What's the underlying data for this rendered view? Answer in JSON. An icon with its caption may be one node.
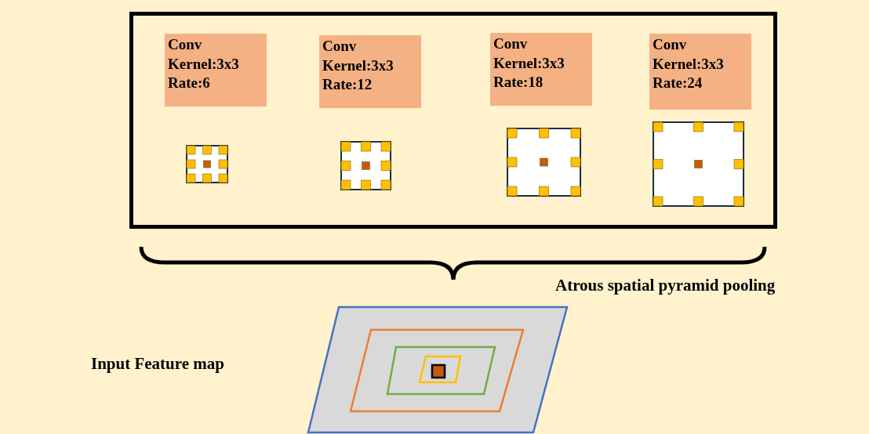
{
  "diagram": {
    "nodes": [
      {
        "text": [],
        "shape": "box"
      },
      {
        "text": [
          "Conv Kernel:3x3 Rate:6"
        ],
        "in": 0
      },
      {
        "text": [
          "Conv Kernel:3x3 Rate:12"
        ],
        "in": 0
      },
      {
        "text": [
          "Conv Kernel:3x3 Rate:18"
        ],
        "in": 0
      },
      {
        "text": [
          "Conv Kernel:3x3 Rate:24"
        ],
        "in": 0
      }
    ],
    "labels": [
      "Atrous spatial pyramid pooling",
      "Input Feature map"
    ]
  }
}
